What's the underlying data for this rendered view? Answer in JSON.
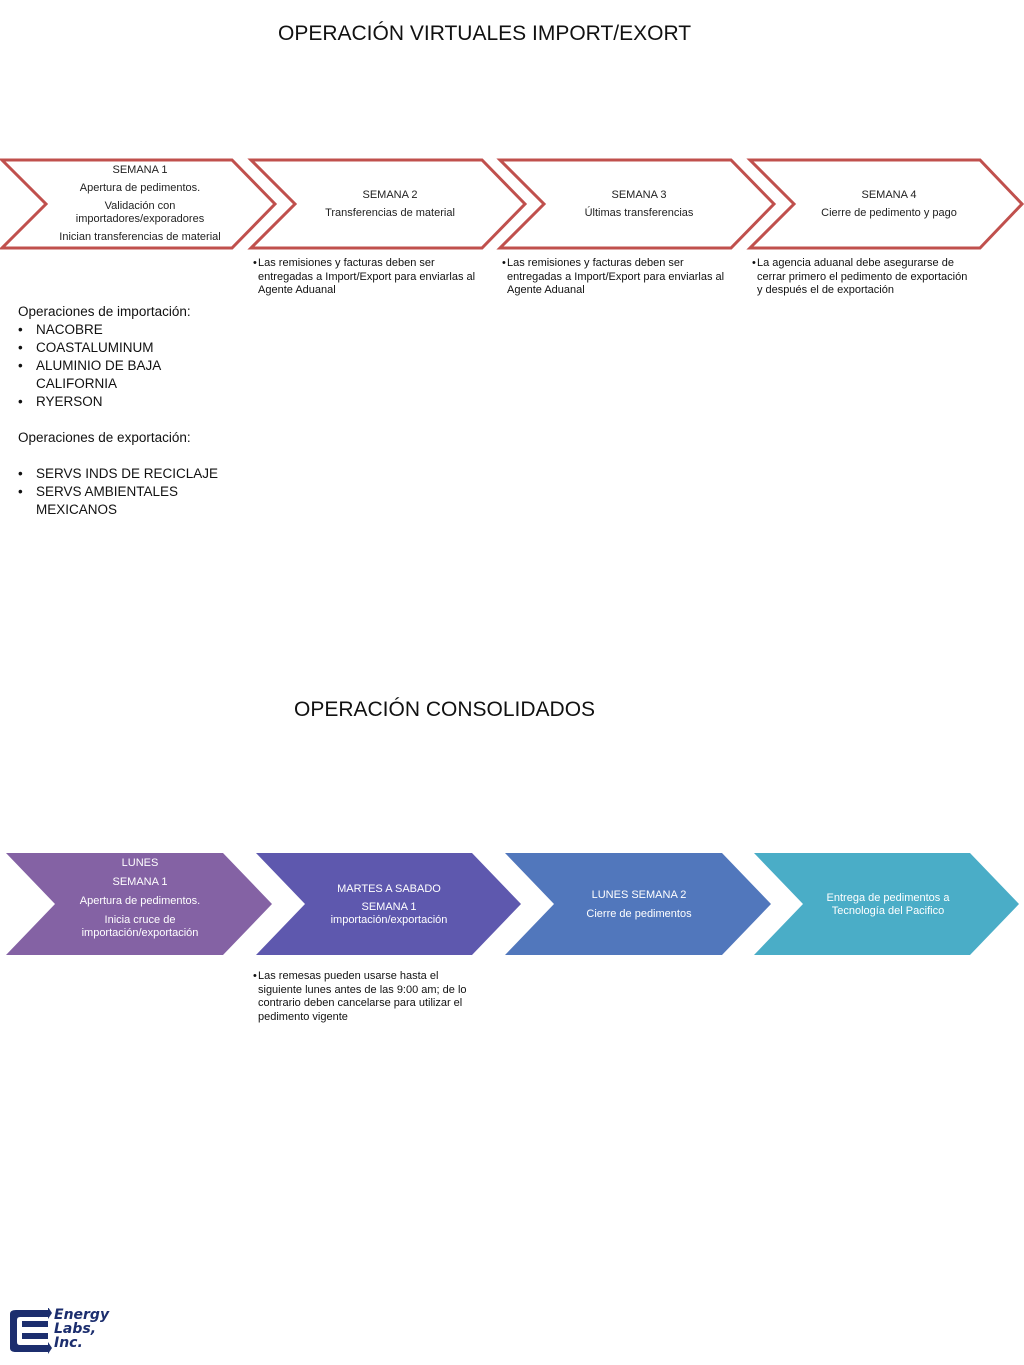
{
  "title_virtual": "OPERACIÓN VIRTUALES IMPORT/EXORT",
  "title_consolidated": "OPERACIÓN CONSOLIDADOS",
  "virtual_steps": [
    {
      "lines": [
        "SEMANA 1",
        "Apertura de pedimentos.",
        "Validación con importadores/exporadores",
        "Inician transferencias de material"
      ]
    },
    {
      "lines": [
        "SEMANA 2",
        "Transferencias de material"
      ]
    },
    {
      "lines": [
        "SEMANA 3",
        "Últimas transferencias"
      ]
    },
    {
      "lines": [
        "SEMANA 4",
        "Cierre de pedimento y pago"
      ]
    }
  ],
  "virtual_notes": [
    {
      "bullet": "•",
      "text": "Las remisiones y facturas deben ser entregadas a Import/Export para enviarlas al Agente Aduanal"
    },
    {
      "bullet": "•",
      "text": "Las remisiones y facturas deben ser entregadas a Import/Export para enviarlas al Agente Aduanal"
    },
    {
      "bullet": "•",
      "text": "La agencia aduanal debe asegurarse de cerrar primero el pedimento de exportación y después el de exportación"
    }
  ],
  "operations": {
    "import_heading": "Operaciones de importación:",
    "import_items": [
      "NACOBRE",
      "COASTALUMINUM",
      "ALUMINIO DE BAJA CALIFORNIA",
      "RYERSON"
    ],
    "export_heading": "Operaciones de exportación:",
    "export_items": [
      "SERVS INDS DE RECICLAJE",
      "SERVS AMBIENTALES MEXICANOS"
    ]
  },
  "consolidated_steps": [
    {
      "lines": [
        "LUNES",
        "SEMANA 1",
        "Apertura de pedimentos.",
        "Inicia cruce de importación/exportación"
      ],
      "color": "#8462a4"
    },
    {
      "lines": [
        "MARTES A SABADO",
        "SEMANA 1 importación/exportación"
      ],
      "color": "#5e58ae"
    },
    {
      "lines": [
        "LUNES SEMANA 2",
        "Cierre de pedimentos"
      ],
      "color": "#5177bc"
    },
    {
      "lines": [
        "Entrega  de pedimentos a Tecnología del Pacifico"
      ],
      "color": "#4aadc7"
    }
  ],
  "consolidated_note": {
    "bullet": "•",
    "text": "Las remesas pueden usarse hasta el siguiente lunes antes de las 9:00 am; de lo contrario deben cancelarse para utilizar el pedimento vigente"
  },
  "colors": {
    "red_outline": "#c0504d"
  },
  "logo": {
    "text_line1": "Energy",
    "text_line2": "Labs,",
    "text_line3": "Inc."
  }
}
